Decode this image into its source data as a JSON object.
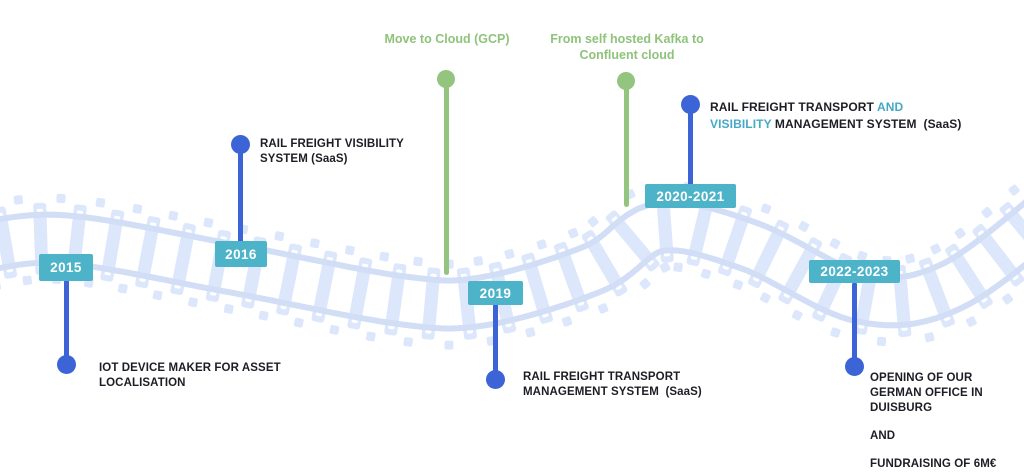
{
  "palette": {
    "badge_teal": "#4DB3C9",
    "accent_blue": "#3C64D6",
    "accent_green": "#94C57F",
    "green_text": "#8FC37B",
    "text_dark": "#1D1D26",
    "text_teal": "#45A9C5",
    "track_rail": "#D2DEF6",
    "track_tie": "#DDE7FB"
  },
  "milestones": [
    {
      "year": "2015",
      "lines": [
        "IOT DEVICE MAKER FOR ASSET",
        "LOCALISATION"
      ]
    },
    {
      "year": "2016",
      "lines": [
        "RAIL FREIGHT VISIBILITY",
        "SYSTEM (SaaS)"
      ]
    },
    {
      "year": "2019",
      "lines": [
        "RAIL FREIGHT TRANSPORT",
        "MANAGEMENT SYSTEM  (SaaS)"
      ]
    },
    {
      "year": "2020-2021",
      "rich_lines": [
        [
          {
            "text": "RAIL FREIGHT TRANSPORT ",
            "color": "dark"
          },
          {
            "text": "AND",
            "color": "teal"
          }
        ],
        [
          {
            "text": "VISIBILITY",
            "color": "teal"
          },
          {
            "text": " MANAGEMENT SYSTEM  (SaaS)",
            "color": "dark"
          }
        ]
      ]
    },
    {
      "year": "2022-2023",
      "paragraphs": [
        [
          "OPENING OF OUR",
          "GERMAN OFFICE IN",
          "DUISBURG"
        ],
        [
          "AND"
        ],
        [
          "FUNDRAISING OF 6M€"
        ]
      ]
    }
  ],
  "cloud_events": [
    {
      "lines": [
        "Move to Cloud (GCP)"
      ]
    },
    {
      "lines": [
        "From self hosted Kafka to",
        "Confluent cloud"
      ]
    }
  ]
}
